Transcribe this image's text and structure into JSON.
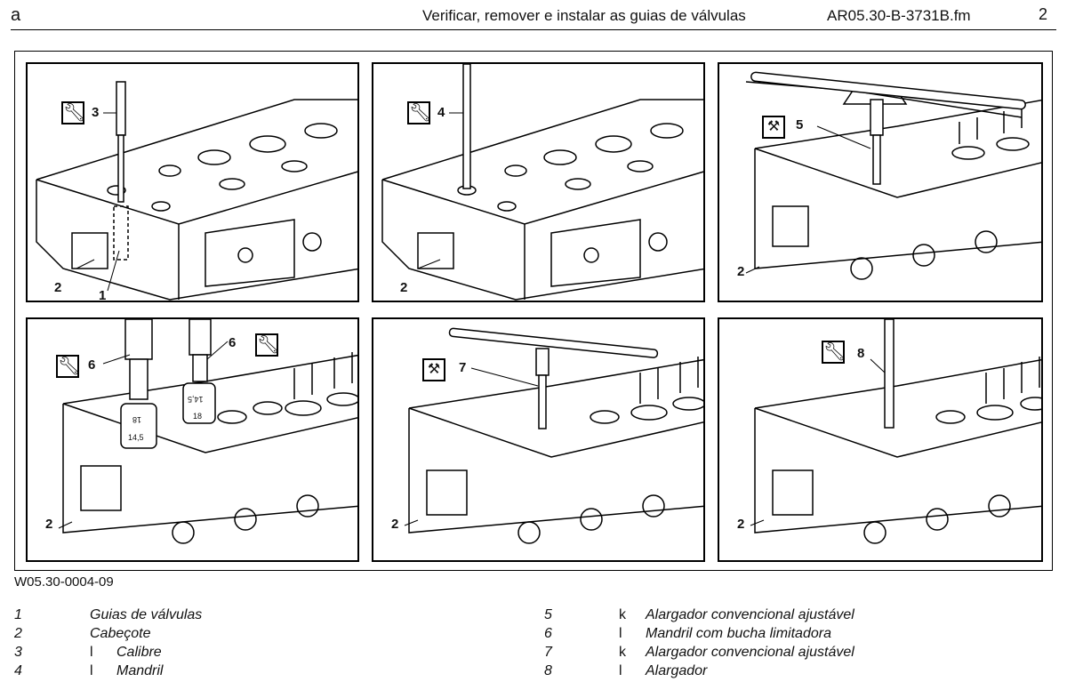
{
  "header": {
    "section_letter": "a",
    "title": "Verificar, remover e instalar as guias de válvulas",
    "file": "AR05.30-B-3731B.fm",
    "page": "2"
  },
  "figure": {
    "id": "W05.30-0004-09",
    "panels": [
      {
        "labels": [
          "3",
          "2",
          "1"
        ],
        "tool_icon": "wrench-hand-icon"
      },
      {
        "labels": [
          "4",
          "2"
        ],
        "tool_icon": "wrench-hand-icon"
      },
      {
        "labels": [
          "5",
          "2"
        ],
        "tool_icon": "workshop-tool-icon"
      },
      {
        "labels": [
          "6",
          "6",
          "2"
        ],
        "tool_icon": "wrench-hand-icon",
        "bushing_marks": [
          "18",
          "14,5",
          "14,5",
          "18"
        ]
      },
      {
        "labels": [
          "7",
          "2"
        ],
        "tool_icon": "workshop-tool-icon"
      },
      {
        "labels": [
          "8",
          "2"
        ],
        "tool_icon": "wrench-hand-icon"
      }
    ]
  },
  "legend": {
    "left": [
      {
        "num": "1",
        "mark": "",
        "text": "Guias de válvulas"
      },
      {
        "num": "2",
        "mark": "",
        "text": "Cabeçote"
      },
      {
        "num": "3",
        "mark": "l",
        "text": "Calibre"
      },
      {
        "num": "4",
        "mark": "l",
        "text": "Mandril"
      }
    ],
    "right": [
      {
        "num": "5",
        "mark": "k",
        "text": "Alargador convencional ajustável"
      },
      {
        "num": "6",
        "mark": "l",
        "text": "Mandril com bucha limitadora"
      },
      {
        "num": "7",
        "mark": "k",
        "text": "Alargador convencional ajustável"
      },
      {
        "num": "8",
        "mark": "l",
        "text": "Alargador"
      }
    ]
  }
}
